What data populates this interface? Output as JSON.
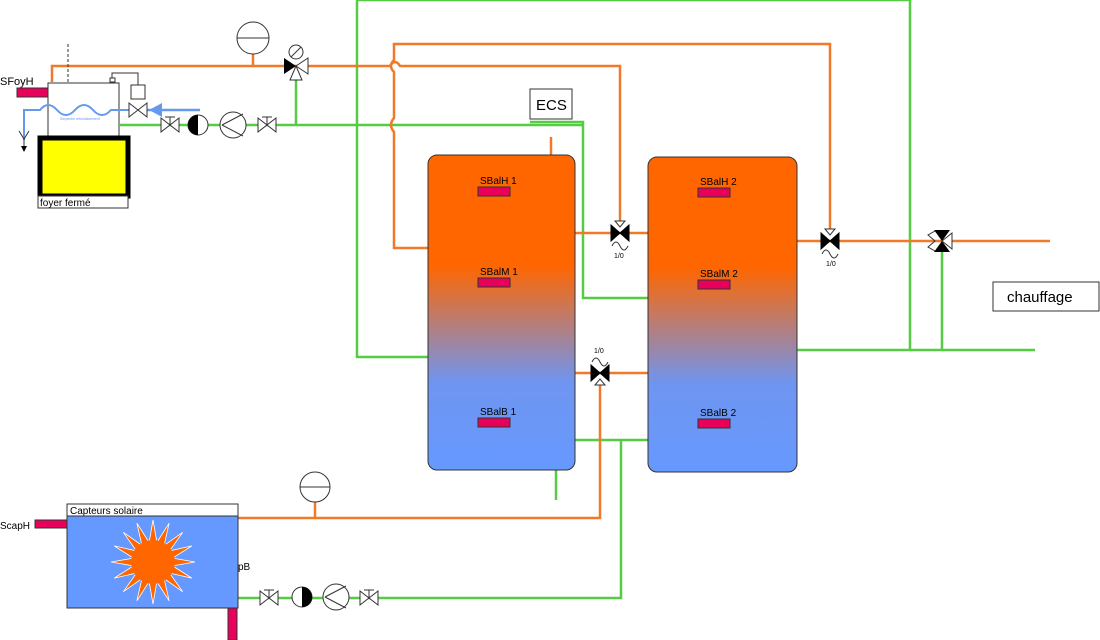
{
  "labels": {
    "sfoyh": "SFoyH",
    "serpentin": "Serpentin refroidissement",
    "foyer": "foyer fermé",
    "ecs": "ECS",
    "chauffage": "chauffage",
    "capteurs": "Capteurs solaire",
    "scaph": "ScapH",
    "scapb_partial": "pB"
  },
  "tanks": [
    {
      "sensors": [
        "SBalH 1",
        "SBalM 1",
        "SBalB 1"
      ]
    },
    {
      "sensors": [
        "SBalH 2",
        "SBalM 2",
        "SBalB 2"
      ]
    }
  ],
  "valves": {
    "label": "1/0"
  },
  "colors": {
    "hot_pipe": "#f07a2a",
    "cold_pipe": "#55cc44",
    "cooling_water": "#6699ee",
    "tank_top": "#ff6600",
    "tank_bottom": "#6699ff",
    "sensor": "#e8005a",
    "foyer": "#ffff00",
    "collector": "#6699ff"
  }
}
